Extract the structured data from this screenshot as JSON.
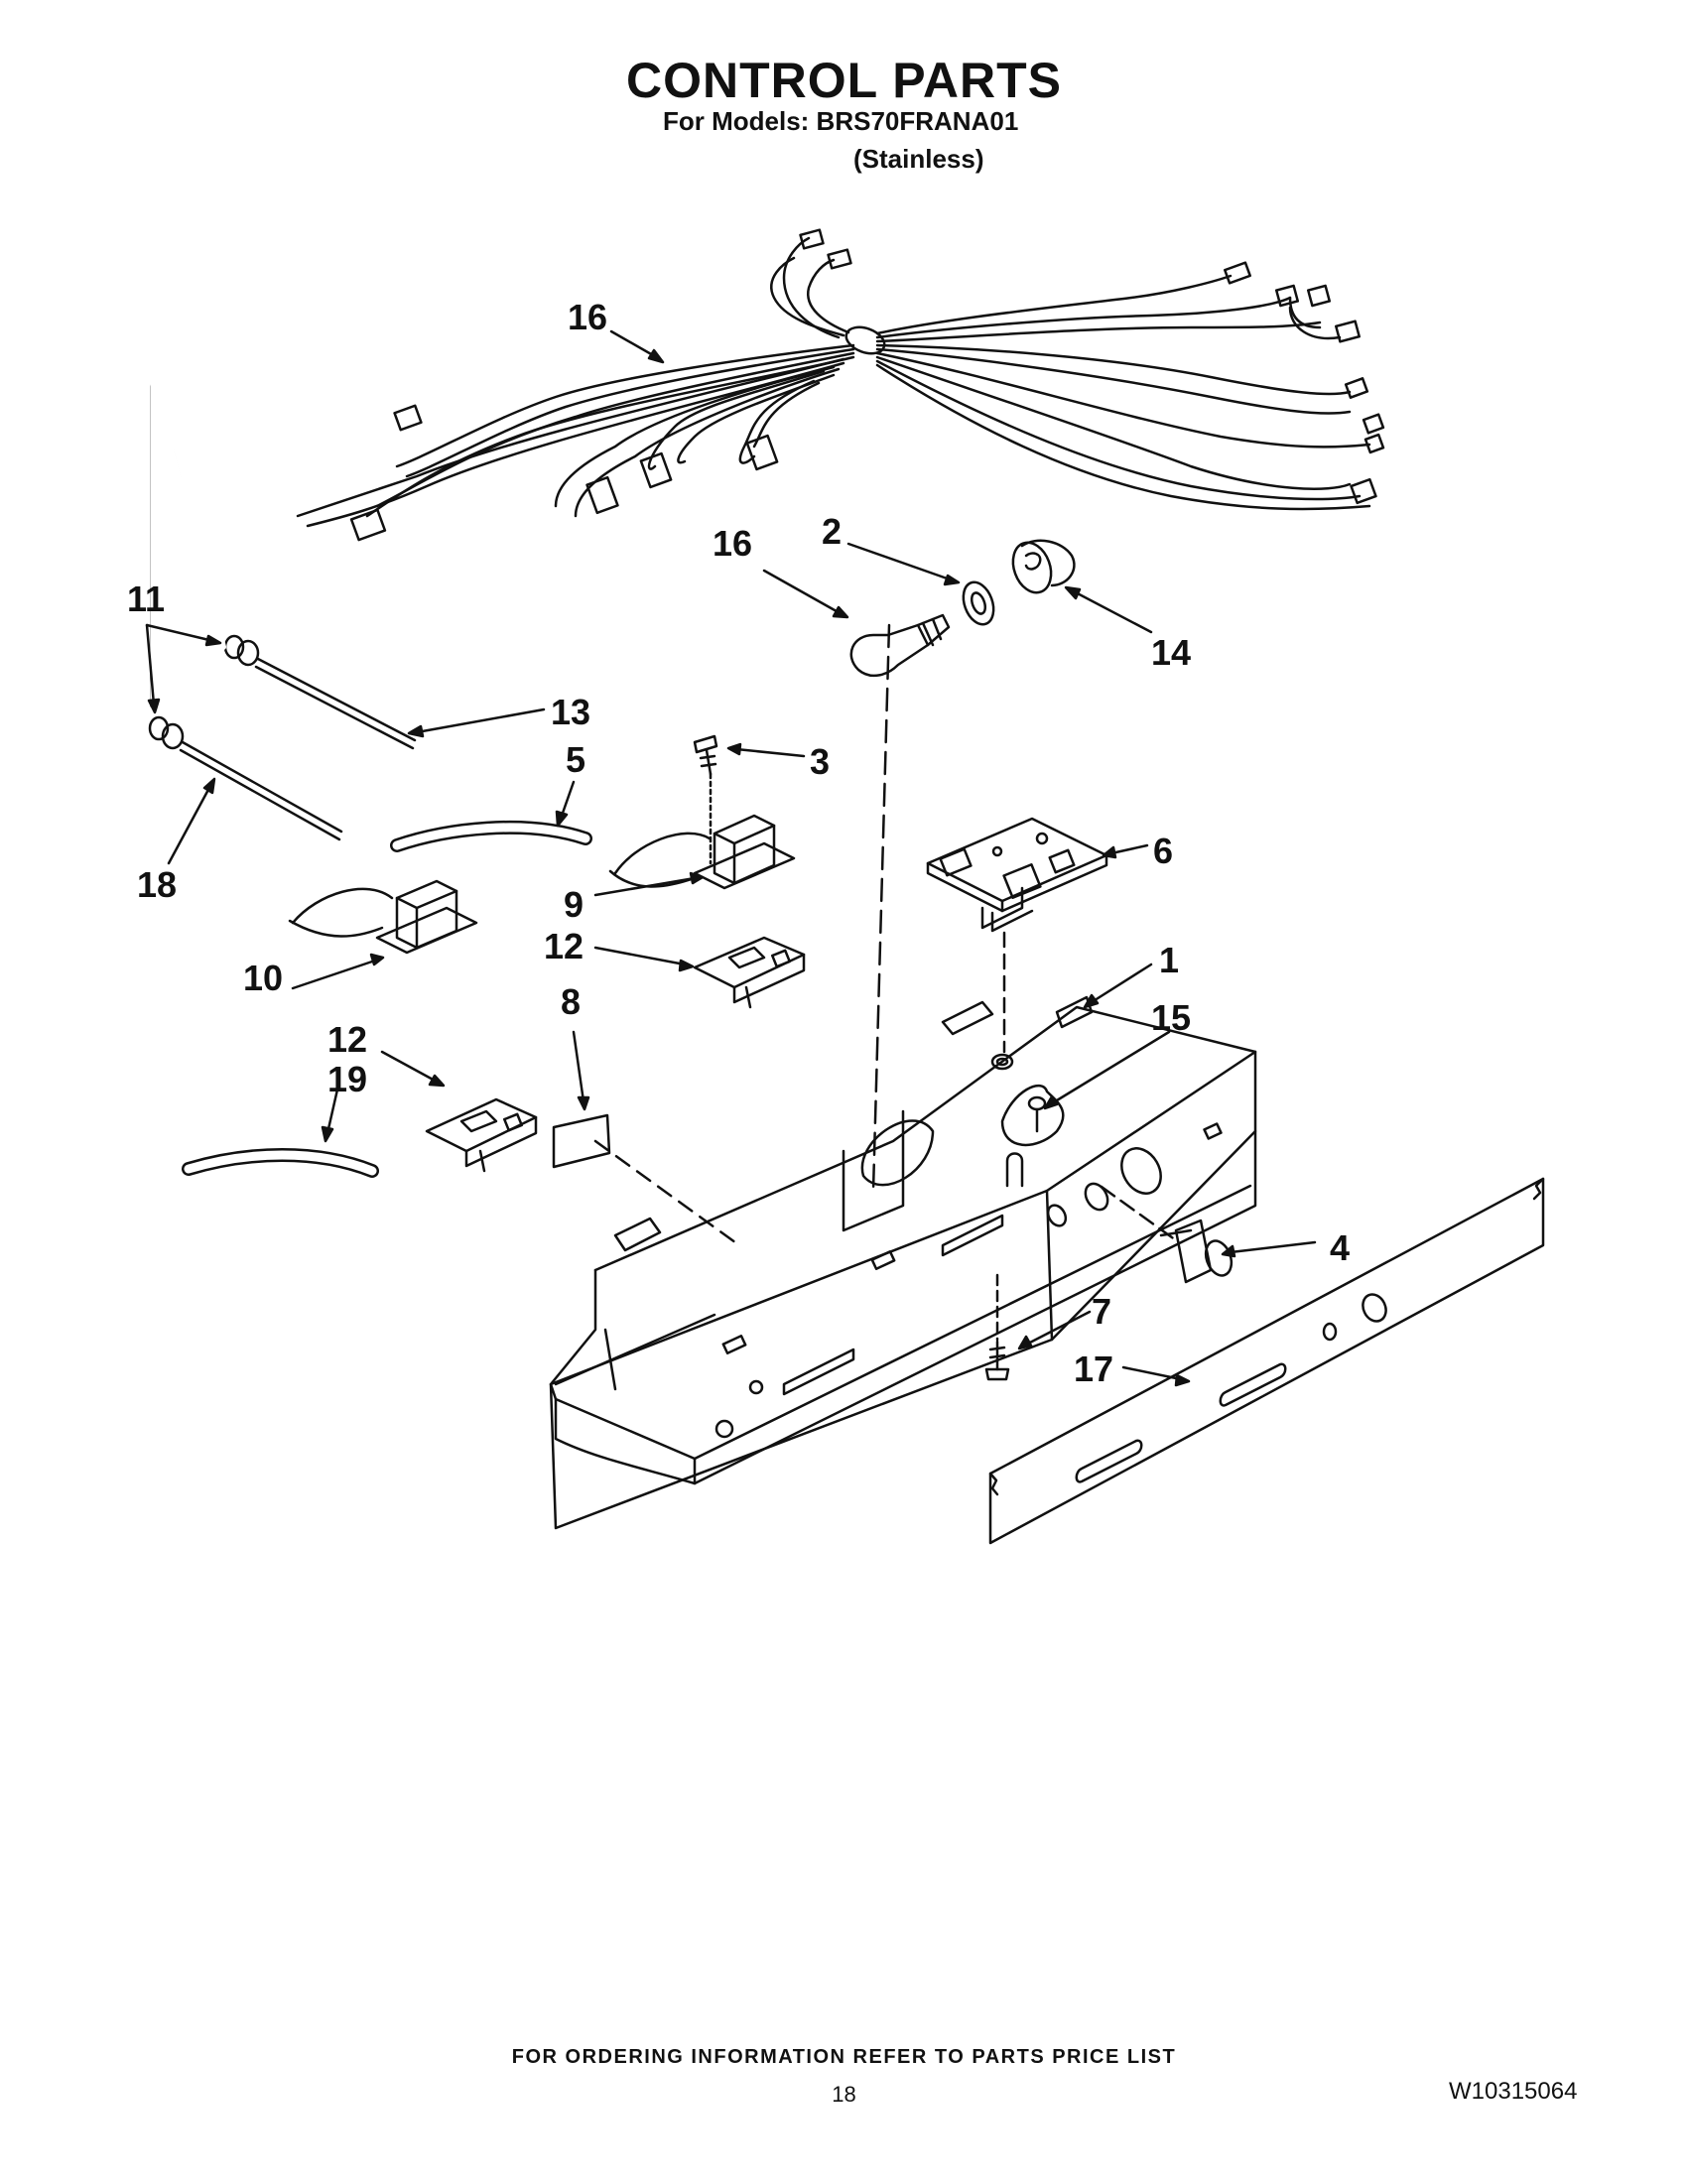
{
  "header": {
    "title": "CONTROL PARTS",
    "models_line": "For Models: BRS70FRANA01",
    "variant": "(Stainless)"
  },
  "callouts": [
    "16",
    "16",
    "2",
    "14",
    "11",
    "13",
    "5",
    "3",
    "18",
    "6",
    "9",
    "10",
    "12",
    "1",
    "8",
    "15",
    "12",
    "19",
    "4",
    "7",
    "17"
  ],
  "footer": {
    "ordering_note": "FOR ORDERING INFORMATION REFER TO PARTS PRICE LIST",
    "page_number": "18",
    "document_number": "W10315064"
  }
}
